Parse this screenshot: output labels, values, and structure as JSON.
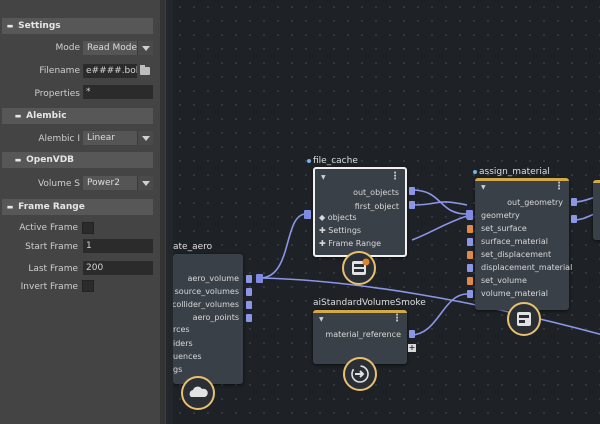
{
  "panel": {
    "settings": {
      "header": "Settings",
      "mode_label": "Mode",
      "mode_value": "Read Mode",
      "filename_label": "Filename",
      "filename_value": "e####.bob",
      "properties_label": "Properties",
      "properties_value": "*"
    },
    "alembic": {
      "header": "Alembic",
      "label": "Alembic I",
      "value": "Linear"
    },
    "openvdb": {
      "header": "OpenVDB",
      "label": "Volume S",
      "value": "Power2"
    },
    "frame_range": {
      "header": "Frame Range",
      "active_label": "Active Frame",
      "active_checked": false,
      "start_label": "Start Frame",
      "start_value": "1",
      "last_label": "Last Frame",
      "last_value": "200",
      "invert_label": "Invert Frame",
      "invert_checked": false
    }
  },
  "graph": {
    "create_aero": {
      "title_partial": "ate_aero",
      "outputs": [
        "aero_volume",
        "source_volumes",
        "collider_volumes",
        "aero_points"
      ],
      "inputs_partial": [
        "rces",
        "iders",
        "uences",
        "gs"
      ],
      "icon": "cloud-icon"
    },
    "file_cache": {
      "title": "file_cache",
      "outputs": [
        "out_objects",
        "first_object"
      ],
      "inputs": [
        "objects",
        "Settings",
        "Frame Range"
      ],
      "icon": "file-cache-icon"
    },
    "assign_material": {
      "title": "assign_material",
      "output": "out_geometry",
      "inputs": [
        {
          "label": "geometry",
          "color": "blue"
        },
        {
          "label": "set_surface",
          "color": "orange"
        },
        {
          "label": "surface_material",
          "color": "blue"
        },
        {
          "label": "set_displacement",
          "color": "orange"
        },
        {
          "label": "displacement_material",
          "color": "blue"
        },
        {
          "label": "set_volume",
          "color": "orange"
        },
        {
          "label": "volume_material",
          "color": "blue"
        }
      ],
      "icon": "material-icon"
    },
    "ai_standard_volume_smoke": {
      "title": "aiStandardVolumeSmoke",
      "output": "material_reference",
      "add": "+",
      "icon": "shader-icon"
    }
  },
  "colors": {
    "wire": "#8c96e6",
    "accent": "#d4a94a",
    "selected_border": "#ffffff"
  }
}
